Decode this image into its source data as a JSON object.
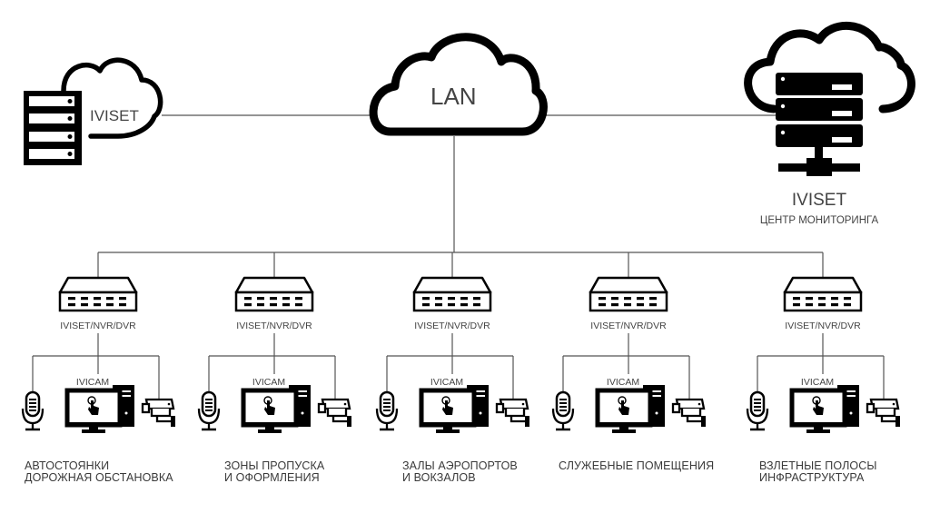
{
  "diagram": {
    "left_node": {
      "label": "IVISET",
      "icon": "server-cloud-icon"
    },
    "center_node": {
      "label": "LAN",
      "icon": "cloud-icon"
    },
    "right_node": {
      "title": "IVISET",
      "subtitle": "ЦЕНТР МОНИТОРИНГА",
      "icon": "server-cloud-network-icon"
    },
    "branches": [
      {
        "switch_label": "IVISET/NVR/DVR",
        "client_label": "IVICAM",
        "caption": [
          "АВТОСТОЯНКИ",
          "ДОРОЖНАЯ ОБСТАНОВКА"
        ]
      },
      {
        "switch_label": "IVISET/NVR/DVR",
        "client_label": "IVICAM",
        "caption": [
          "ЗОНЫ ПРОПУСКА",
          "И ОФОРМЛЕНИЯ"
        ]
      },
      {
        "switch_label": "IVISET/NVR/DVR",
        "client_label": "IVICAM",
        "caption": [
          "ЗАЛЫ АЭРОПОРТОВ",
          "И ВОКЗАЛОВ"
        ]
      },
      {
        "switch_label": "IVISET/NVR/DVR",
        "client_label": "IVICAM",
        "caption": [
          "СЛУЖЕБНЫЕ ПОМЕЩЕНИЯ"
        ]
      },
      {
        "switch_label": "IVISET/NVR/DVR",
        "client_label": "IVICAM",
        "caption": [
          "ВЗЛЕТНЫЕ ПОЛОСЫ",
          "ИНФРАСТРУКТУРА"
        ]
      }
    ],
    "device_icons": [
      "microphone-icon",
      "computer-icon",
      "security-camera-icon"
    ]
  }
}
